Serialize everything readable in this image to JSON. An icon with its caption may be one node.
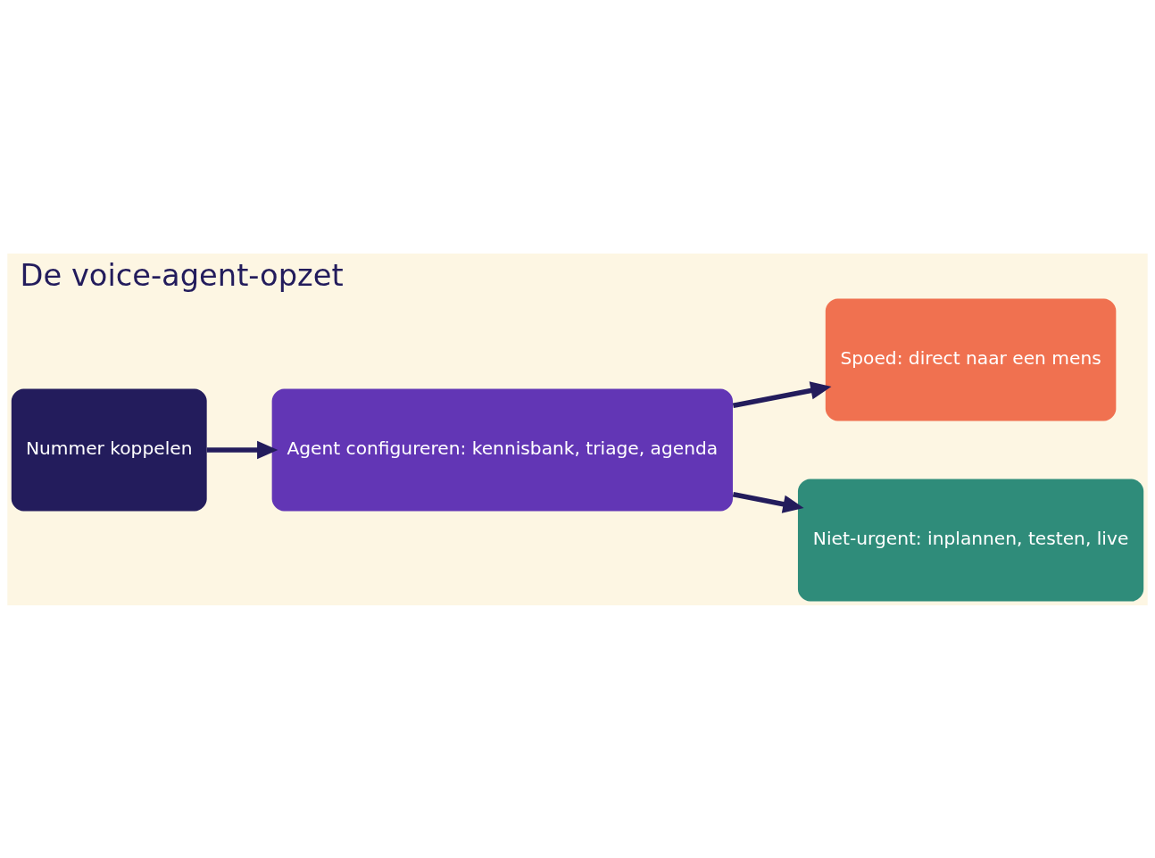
{
  "diagram": {
    "title": "De voice-agent-opzet",
    "nodes": [
      {
        "text": [
          "Nummer koppelen"
        ]
      },
      {
        "text": [
          "Agent configureren: kennisbank, triage, agenda"
        ]
      },
      {
        "text": [
          "Spoed: direct naar een mens"
        ]
      },
      {
        "text": [
          "Niet-urgent: inplannen, testen, live"
        ]
      }
    ],
    "edges": [
      {
        "from": 0,
        "to": 1,
        "arrow": "to"
      },
      {
        "from": 1,
        "to": 2,
        "arrow": "to"
      },
      {
        "from": 1,
        "to": 3,
        "arrow": "to"
      }
    ]
  }
}
